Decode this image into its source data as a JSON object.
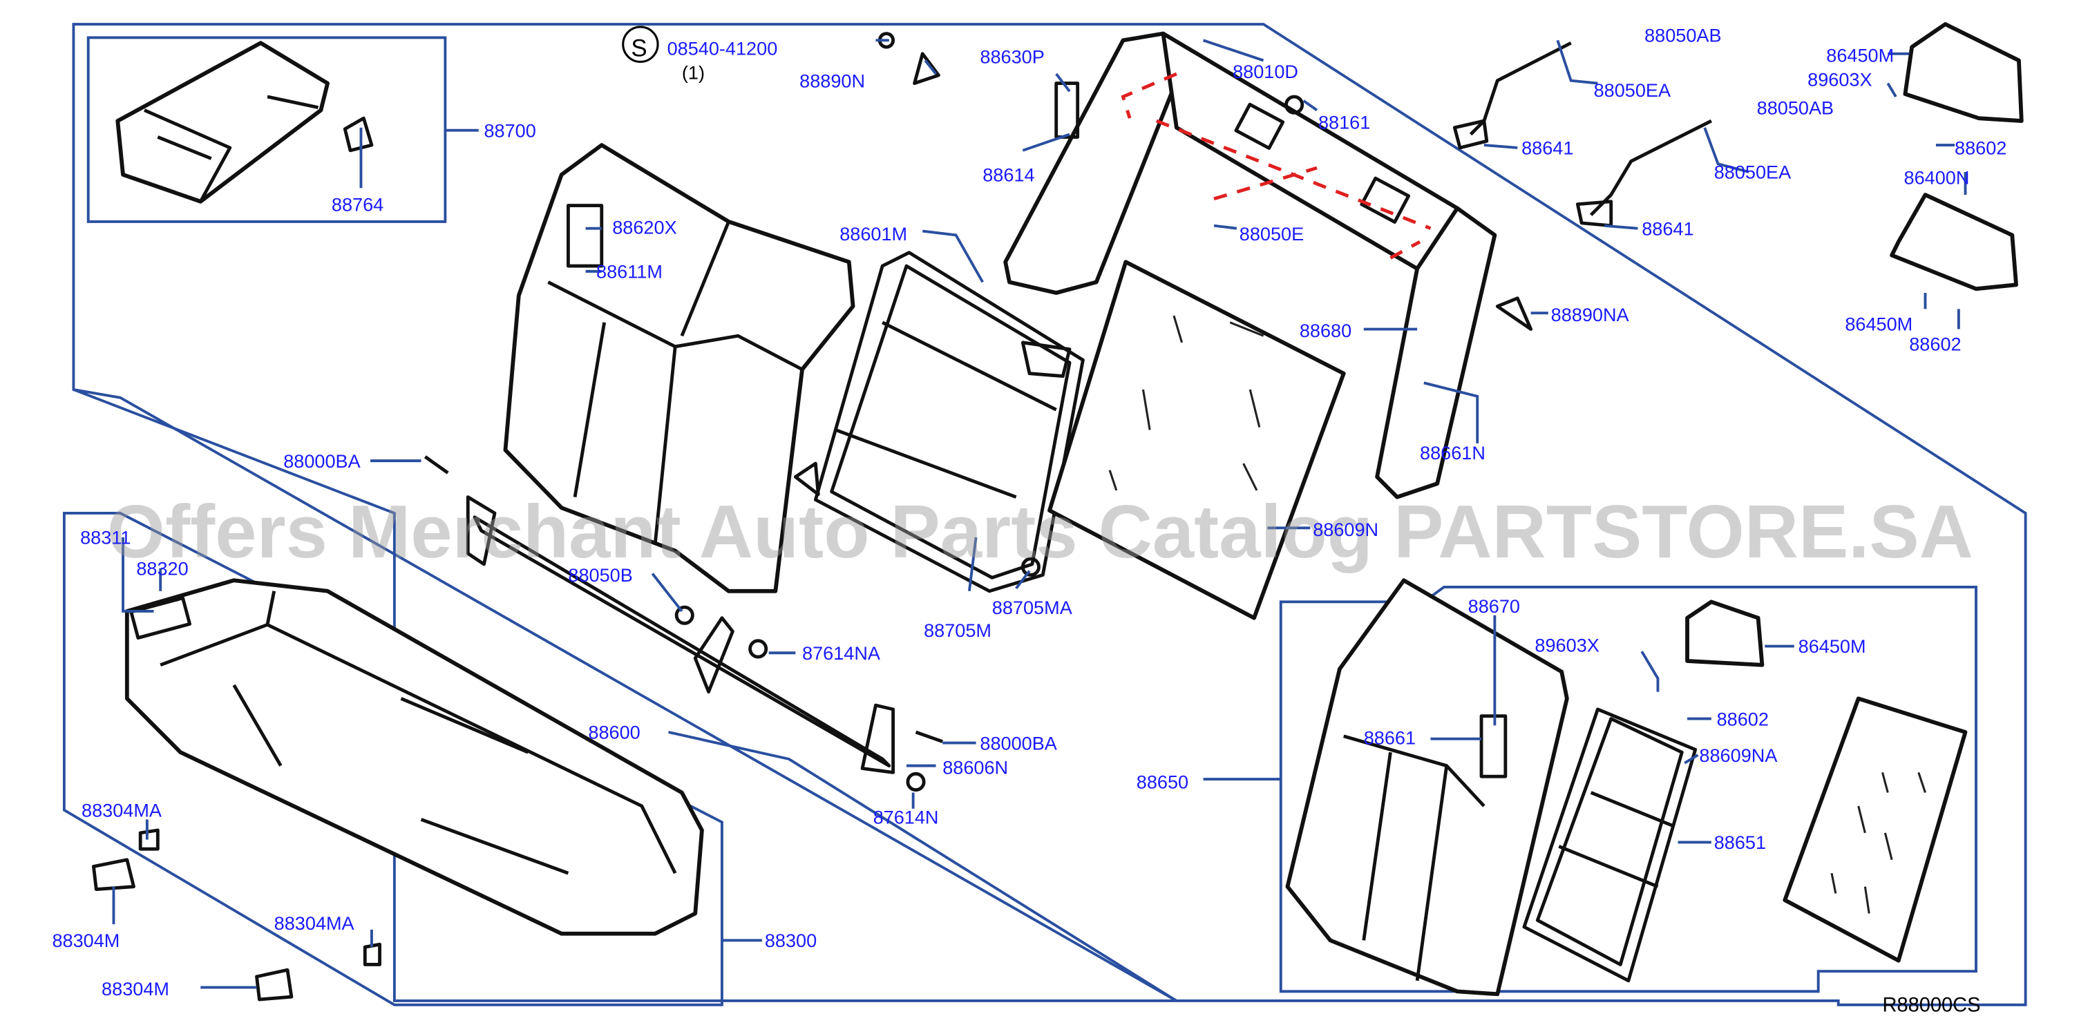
{
  "diagram": {
    "code": "R88000CS",
    "watermark": "Offers Merchant Auto Parts Catalog PARTSTORE.SA",
    "service_symbol": "S",
    "service_part": "08540-41200",
    "service_qty": "(1)",
    "labels": {
      "p88700": "88700",
      "p88764": "88764",
      "p88890N": "88890N",
      "p88630P": "88630P",
      "p88010D": "88010D",
      "p88614": "88614",
      "p88161": "88161",
      "p88050E": "88050E",
      "p88620X": "88620X",
      "p88611M": "88611M",
      "p88601M": "88601M",
      "p88050AB_1": "88050AB",
      "p88050EA_1": "88050EA",
      "p88641_1": "88641",
      "p88050AB_2": "88050AB",
      "p88050EA_2": "88050EA",
      "p88641_2": "88641",
      "p86450M_1": "86450M",
      "p89603X_1": "89603X",
      "p88602_1": "88602",
      "p86400N": "86400N",
      "p86450M_2": "86450M",
      "p88602_2": "88602",
      "p88680": "88680",
      "p88890NA": "88890NA",
      "p88661N": "88661N",
      "p88000BA_1": "88000BA",
      "p88311": "88311",
      "p88320": "88320",
      "p88050B": "88050B",
      "p88609N": "88609N",
      "p88705MA": "88705MA",
      "p88705M": "88705M",
      "p87614NA": "87614NA",
      "p88600": "88600",
      "p88000BA_2": "88000BA",
      "p88606N": "88606N",
      "p87614N": "87614N",
      "p88304MA_1": "88304MA",
      "p88304M_1": "88304M",
      "p88304MA_2": "88304MA",
      "p88304M_2": "88304M",
      "p88300": "88300",
      "p88670": "88670",
      "p89603X_2": "89603X",
      "p86450M_3": "86450M",
      "p88661": "88661",
      "p88602_3": "88602",
      "p88609NA": "88609NA",
      "p88650": "88650",
      "p88651": "88651"
    }
  }
}
